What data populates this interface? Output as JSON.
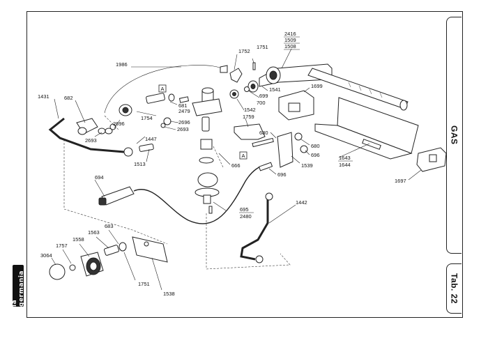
{
  "tabs": {
    "section": "GAS",
    "table": "Tab. 22"
  },
  "brand": "la germania",
  "reference_marks": [
    "A",
    "A"
  ],
  "part_numbers": {
    "p2416": "2416",
    "p1509": "1509",
    "p1508": "1508",
    "p1751a": "1751",
    "p1752": "1752",
    "p1986": "1986",
    "p1541": "1541",
    "p699": "699",
    "p700": "700",
    "p1699": "1699",
    "p1542": "1542",
    "p1759": "1759",
    "p681": "681",
    "p2479": "2479",
    "p1754": "1754",
    "p1431": "1431",
    "p682": "682",
    "p2696a": "2696",
    "p2696b": "2696",
    "p2693a": "2693",
    "p2693b": "2693",
    "p1447": "1447",
    "p680a": "680",
    "p680b": "680",
    "p696a": "696",
    "p696b": "696",
    "p1539": "1539",
    "p1513": "1513",
    "p666": "666",
    "p1643": "1643",
    "p1644": "1644",
    "p1697": "1697",
    "p694": "694",
    "p695": "695",
    "p2480": "2480",
    "p1442": "1442",
    "p683": "683",
    "p1563": "1563",
    "p1558": "1558",
    "p1757": "1757",
    "p3064": "3064",
    "p1751b": "1751",
    "p1538": "1538"
  }
}
